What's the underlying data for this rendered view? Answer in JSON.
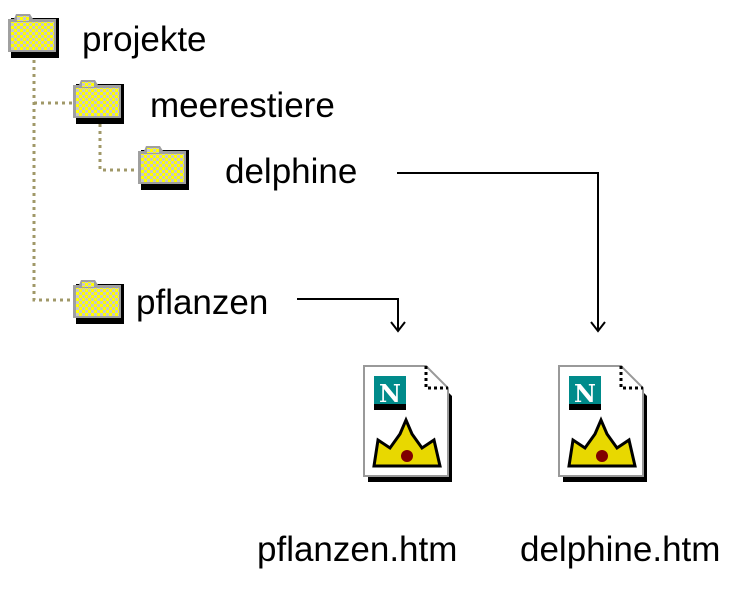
{
  "tree": {
    "root": "projekte",
    "children": [
      {
        "name": "meerestiere",
        "children": [
          {
            "name": "delphine"
          }
        ]
      },
      {
        "name": "pflanzen"
      }
    ]
  },
  "files": [
    "pflanzen.htm",
    "delphine.htm"
  ],
  "icons": {
    "folder": "folder-icon",
    "file": "netscape-html-file-icon"
  },
  "colors": {
    "folder_fill": "#ffff00",
    "tree_line": "#a09868",
    "netscape_teal": "#008b8b"
  }
}
